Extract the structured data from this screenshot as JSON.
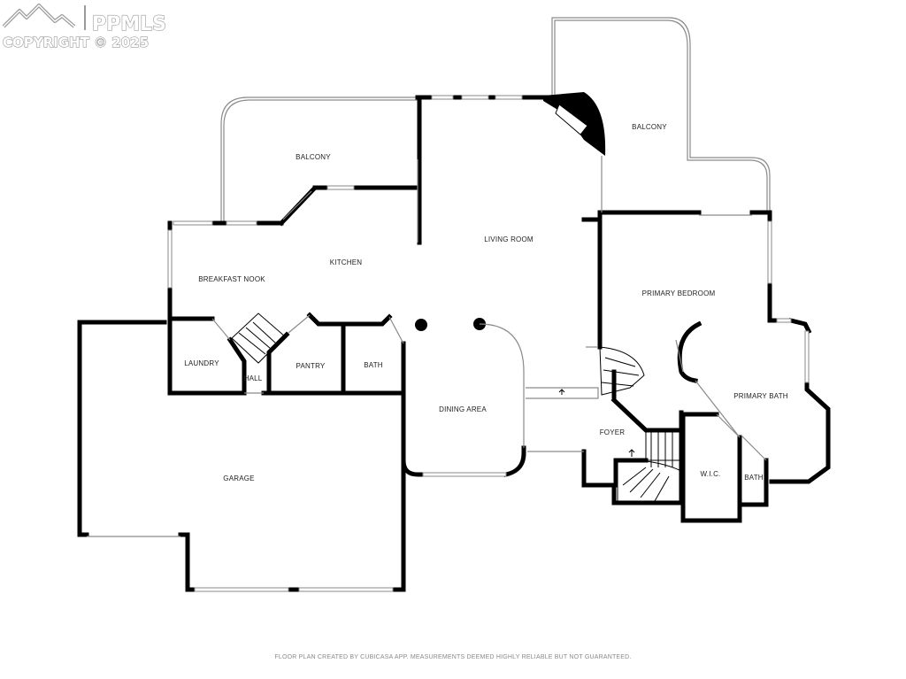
{
  "watermark": {
    "brand": "PPMLS",
    "copyright": "COPYRIGHT © 2025",
    "logo_icon": "mountain-logo-icon"
  },
  "rooms": {
    "balcony_left": "BALCONY",
    "balcony_right": "BALCONY",
    "living_room": "LIVING ROOM",
    "kitchen": "KITCHEN",
    "breakfast_nook": "BREAKFAST NOOK",
    "primary_bedroom": "PRIMARY BEDROOM",
    "laundry": "LAUNDRY",
    "hall": "HALL",
    "pantry": "PANTRY",
    "bath_main": "BATH",
    "dining_area": "DINING AREA",
    "foyer": "FOYER",
    "primary_bath": "PRIMARY BATH",
    "wic": "W.I.C.",
    "bath_primary": "BATH",
    "garage": "GARAGE"
  },
  "footer": {
    "disclaimer": "FLOOR PLAN CREATED BY CUBICASA APP. MEASUREMENTS DEEMED HIGHLY RELIABLE BUT NOT GUARANTEED."
  },
  "colors": {
    "wall": "#000000",
    "line": "#8a8a8a",
    "background": "#ffffff"
  }
}
